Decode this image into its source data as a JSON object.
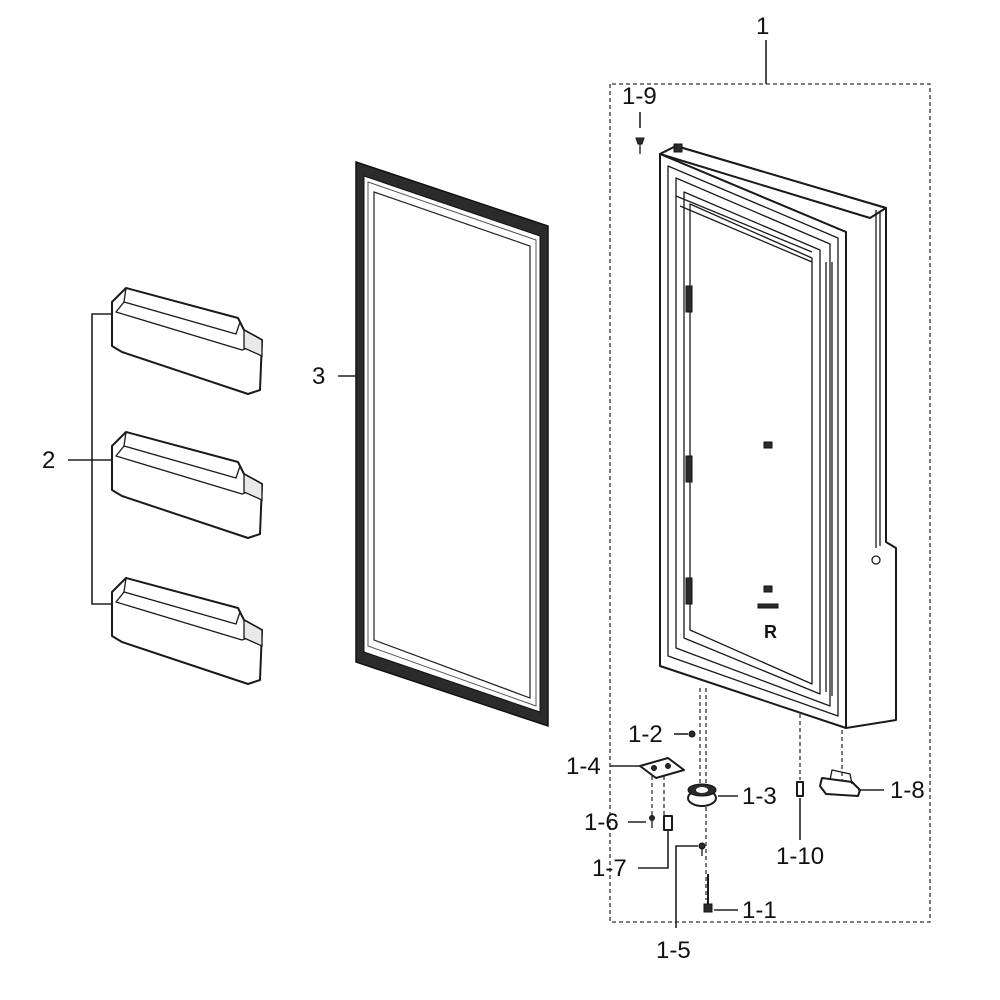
{
  "diagram": {
    "callouts": {
      "c1": "1",
      "c2": "2",
      "c3": "3",
      "c1_1": "1-1",
      "c1_2": "1-2",
      "c1_3": "1-3",
      "c1_4": "1-4",
      "c1_5": "1-5",
      "c1_6": "1-6",
      "c1_7": "1-7",
      "c1_8": "1-8",
      "c1_9": "1-9",
      "c1_10": "1-10"
    },
    "door_marking": "R"
  }
}
